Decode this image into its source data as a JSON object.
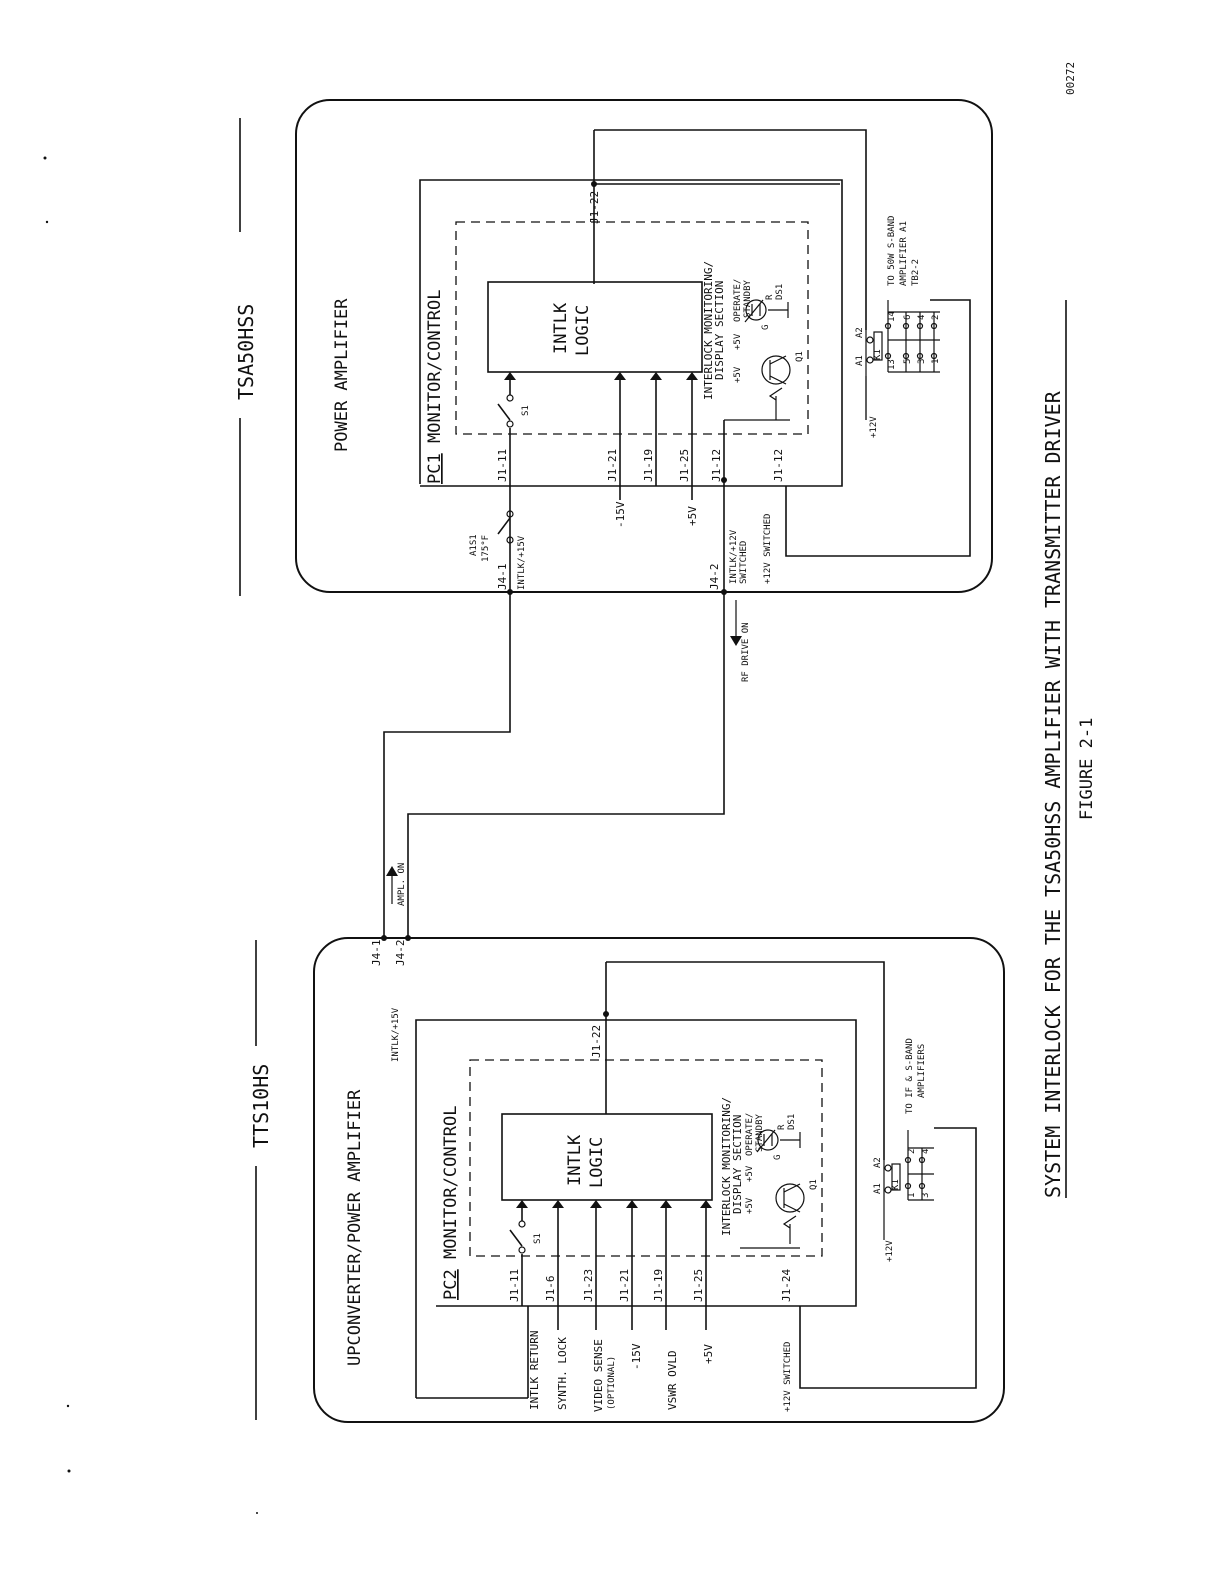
{
  "page": {
    "code": "00272"
  },
  "title": {
    "main": "SYSTEM INTERLOCK FOR THE TSA50HSS AMPLIFIER WITH TRANSMITTER DRIVER",
    "figure": "FIGURE 2-1"
  },
  "signals": {
    "rf_drive_on": "RF DRIVE ON",
    "ampl_on": "AMPL. ON"
  },
  "upper": {
    "model": "TSA50HSS",
    "unit": "POWER AMPLIFIER",
    "board": "PC1",
    "board_title": "MONITOR/CONTROL",
    "logic_l1": "INTLK",
    "logic_l2": "LOGIC",
    "section_l1": "INTERLOCK MONITORING/",
    "section_l2": "DISPLAY SECTION",
    "operate": "OPERATE/",
    "standby": "STANDBY",
    "ds1": "DS1",
    "q1": "Q1",
    "s1": "S1",
    "g": "G",
    "r": "R",
    "p5v": "+5V",
    "p5v2": "+5V",
    "thermo_l1": "A1S1",
    "thermo_l2": "175°F",
    "j4_1": "J4-1",
    "j4_2": "J4-2",
    "intlk_15v": "INTLK/+15V",
    "intlk_12v_l1": "INTLK/+12V",
    "intlk_12v_l2": "SWITCHED",
    "sw12": "+12V SWITCHED",
    "pins": [
      "J1-11",
      "J1-21",
      "J1-19",
      "J1-25",
      "J1-12",
      "J1-12",
      "J1-22"
    ],
    "inputs": [
      "-15V",
      "+5V"
    ],
    "k1": "K1",
    "a1": "A1",
    "a2": "A2",
    "p12v": "+12V",
    "contacts": [
      "13",
      "14",
      "5",
      "6",
      "3",
      "4",
      "1",
      "2"
    ],
    "to_l1": "TO 50W S-BAND",
    "to_l2": "AMPLIFIER A1",
    "to_l3": "TB2-2"
  },
  "lower": {
    "model": "TTS10HS",
    "unit": "UPCONVERTER/POWER AMPLIFIER",
    "board": "PC2",
    "board_title": "MONITOR/CONTROL",
    "logic_l1": "INTLK",
    "logic_l2": "LOGIC",
    "section_l1": "INTERLOCK MONITORING/",
    "section_l2": "DISPLAY SECTION",
    "operate": "OPERATE/",
    "standby": "STANDBY",
    "ds1": "DS1",
    "q1": "Q1",
    "s1": "S1",
    "g": "G",
    "r": "R",
    "p5v": "+5V",
    "p5v2": "+5V",
    "j4_1": "J4-1",
    "j4_2": "J4-2",
    "intlk_15v": "INTLK/+15V",
    "pins": [
      "J1-11",
      "J1-6",
      "J1-23",
      "J1-21",
      "J1-19",
      "J1-25",
      "J1-24",
      "J1-22"
    ],
    "inputs_l1": [
      "INTLK RETURN",
      "SYNTH. LOCK",
      "VIDEO SENSE",
      "-15V",
      "VSWR OVLD",
      "+5V"
    ],
    "video_opt": "(OPTIONAL)",
    "sw12": "+12V SWITCHED",
    "k1": "K1",
    "a1": "A1",
    "a2": "A2",
    "p12v": "+12V",
    "contacts": [
      "2",
      "4",
      "1",
      "3"
    ],
    "to_l1": "TO IF & S-BAND",
    "to_l2": "AMPLIFIERS"
  }
}
